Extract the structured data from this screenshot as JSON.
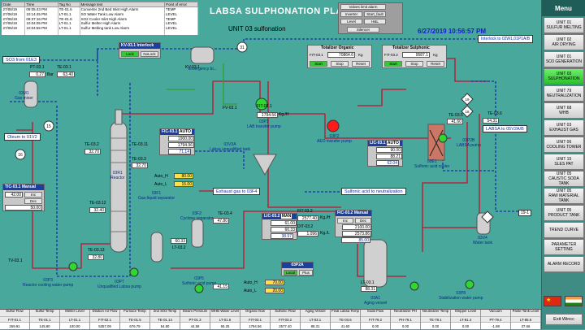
{
  "header": {
    "title": "LABSA SULPHONATION PLANT",
    "subtitle": "UNIT 03 sulfonation",
    "datetime": "6/27/2019  10:56:57  PM"
  },
  "alarms": {
    "columns": [
      "Date",
      "Time",
      "Tag No",
      "Message text",
      "Point of error"
    ],
    "rows": [
      [
        "27/06/19",
        "09:05:43 PM",
        "TE-01.6",
        "Converter 2nd Bed Inlet High Alarm",
        "TEMP"
      ],
      [
        "27/06/19",
        "10:14:45 PM",
        "LT-01.1",
        "SO Water Tank Low Alarm",
        "LEVEL"
      ],
      [
        "27/06/19",
        "09:37:16 PM",
        "TE-01.8",
        "SO2 Cooler Inlet High Alarm",
        "TEMP"
      ],
      [
        "27/06/19",
        "10:04:05 PM",
        "LT-01.1",
        "Sulfur Melter High Alarm",
        "LEVEL"
      ],
      [
        "27/06/19",
        "10:04:55 PM",
        "LT-01.1",
        "Sulfur Melting tank Low Alarm",
        "LEVEL"
      ],
      [
        "",
        "",
        "",
        "",
        ""
      ]
    ]
  },
  "valves_panel": {
    "title": "Valves limit alarm",
    "inverter": "Inverter",
    "start_fault": "Start_fault",
    "level": "Level",
    "hl": "H&L",
    "silencer": "Silencer"
  },
  "tags": {
    "interlock": "Interlock to 02W1,01P1A/B",
    "so3_from": "SO3 from 01E3",
    "oleum_to": "Oleum to 01V2",
    "labsa_to": "LABSA to 05V2A/B",
    "sulfonic_neutral": "Sulfonic acid to neutralization",
    "exhaust_gas": "Exhaust gas to 03F4",
    "circle_31": "31",
    "circle_15": "15",
    "circle_16": "16",
    "circle_19": "19",
    "circle_191": "19-1",
    "circle_18": "18"
  },
  "kv_panel": {
    "title": "KV-03.1 Interlock",
    "lock": "Lock",
    "nolock": "NoLock"
  },
  "totalizer_organic": {
    "title": "Totalizer Organic",
    "tag": "FIT-03.1",
    "value": "70864.6",
    "unit": "Kg",
    "start": "Start",
    "stop": "Stop",
    "reset": "Reset"
  },
  "totalizer_sulphonic": {
    "title": "Totalizer Sulphonic",
    "tag": "FIT-03.2",
    "value": "9587.1",
    "unit": "Kg",
    "start": "Start",
    "stop": "Stop",
    "reset": "Reset"
  },
  "fic031": {
    "title": "FIC-03.1",
    "mode": "AUTO",
    "sv": "1900.00",
    "pv": "1794.96",
    "out": "71.14",
    "pct": "%"
  },
  "lic031": {
    "title": "LIC-03.1",
    "mode": "AUTO",
    "sv": "90.00",
    "pv": "88.21",
    "out": "62.04",
    "pct": "%"
  },
  "tic031": {
    "title": "TIC-03.1 Manual",
    "tic": "TIC-03.1",
    "inc": "Inc",
    "dec": "Dec",
    "sv": "42.00",
    "out": "50.00"
  },
  "fic032": {
    "title": "FIC-03.2 Manual",
    "inc": "Inc",
    "dec": "Dec",
    "sv": "2100.00",
    "pv": "2573.86",
    "out": "85.00"
  },
  "lic032": {
    "title": "LIC-03.2",
    "mode": "MAN",
    "sv": "61.00",
    "pv": "60.33",
    "out": "38.97",
    "pct": "%"
  },
  "p03p2a": {
    "title": "03P2A",
    "local": "Local",
    "plus": "Plus"
  },
  "auto_h1": {
    "label": "Auto_H",
    "value": "80.00",
    "pct": "%"
  },
  "auto_l1": {
    "label": "Auto_L",
    "value": "15.00",
    "pct": "%"
  },
  "auto_h2": {
    "label": "Auto_H",
    "value": "70.00",
    "pct": "%"
  },
  "auto_l2": {
    "label": "Auto_L",
    "value": "20.00",
    "pct": "%"
  },
  "readings": {
    "pt031": "PT-03.1",
    "pt031_val": "0.27",
    "pt031_unit": "Bar",
    "te031": "TE-03.1",
    "te031_val": "63.40",
    "kv031": "KV-03.1",
    "tv031": "TV-03.1",
    "fv031": "FV-03.1",
    "fit031": "FIT-03.1",
    "fit031_val": "1794.56",
    "fit031_unit": "Kg./H",
    "te032": "TE-03.2",
    "te032_val": "32.70",
    "te033": "TE-03.3",
    "te033_val": "32.70",
    "te0311": "TE-03.11",
    "te0312": "TE-03.12",
    "te0312_val": "32.40",
    "te0313": "TE-03.13",
    "te0313_val": "32.80",
    "te0314": "TE-03.4",
    "te0314_val": "47.80",
    "lt032": "LT-03.2",
    "lt032_val": "60.33",
    "fit032": "FIT-03.2",
    "fit032_val": "2577.40",
    "fit032_unit": "Kg./H",
    "dit032": "DIT-03.2",
    "dit032_val": "1.096",
    "dit032_unit": "Kg./L",
    "te035": "TE-03.5",
    "te035_val": "41.60",
    "te036": "TE-03.6",
    "te036_val": "54.31",
    "lt031": "LT-03.1",
    "lt031_val": "88.31",
    "pct_41": "41.15",
    "pct_8831": "88.31"
  },
  "equipment": {
    "gas_mixer": "03M1\nGas mixer",
    "emergency": "Emergency bi...",
    "lab_pump": "03P1\nLAB transfer pump",
    "aeo_pump": "03P2\nAEO transfer pump",
    "labsa_tank": "03V3A\nLabsa unqualified tank",
    "reactor": "03R1\nReactor",
    "gas_sep": "03F1\nGas-liquid separator",
    "cyclone": "03F2\nCyclone separator",
    "sulfonic_cooler": "03E1\nSulfonic acid cooler",
    "labsa_pump": "03P2B\nLABSA pump",
    "reactor_pump": "03P3\nReactor cooling water pump",
    "unq_pump": "03P7\nUnqualified Labsa pump",
    "sulf_pump": "03P5\nSulfonic acid pump",
    "aging_vessel": "03A1\nAging vessel",
    "stab_pump": "03P8\nStabilization water pump",
    "water_tank": "03V4\nWater tank"
  },
  "status_bar": [
    {
      "h": "Sulfur Flow",
      "t": "FIT-01.1",
      "v": "269.91"
    },
    {
      "h": "Sulfur Temp",
      "t": "TE-01.1",
      "v": "145.90"
    },
    {
      "h": "Melter Level",
      "t": "LT-01.1",
      "v": "100.00"
    },
    {
      "h": "Dilution Air Flow",
      "t": "FIT-02.1",
      "v": "5357.09"
    },
    {
      "h": "Furnace Temp",
      "t": "TE-01.5",
      "v": "676.79"
    },
    {
      "h": "2nd SO3 Temp",
      "t": "TE-01.14",
      "v": "54.80"
    },
    {
      "h": "Steam Pressure",
      "t": "PT-01.3",
      "v": "44.58"
    },
    {
      "h": "WHB Water Level",
      "t": "LT-01.6",
      "v": "65.25"
    },
    {
      "h": "Organic flow",
      "t": "FIT-03.1",
      "v": "1794.56"
    },
    {
      "h": "Sulfonic Flow",
      "t": "FIT-03.2",
      "v": "2577.40"
    },
    {
      "h": "Aging Vessel",
      "t": "LT-03.1",
      "v": "88.31"
    },
    {
      "h": "Final Labsa Temp",
      "t": "TE-03.6",
      "v": "41.60"
    },
    {
      "h": "Soda Flow",
      "t": "FIT-79.2",
      "v": "0.00"
    },
    {
      "h": "Neutralizer PH",
      "t": "PH-79.1",
      "v": "0.00"
    },
    {
      "h": "Neutralizer Temp",
      "t": "TE-79.1",
      "v": "0.00"
    },
    {
      "h": "Stripper Level",
      "t": "LT-81.4",
      "v": "0.00"
    },
    {
      "h": "Vacuum",
      "t": "PT-79.4",
      "v": "-1.88"
    },
    {
      "h": "Paste Tank Level",
      "t": "LT-85.5",
      "v": "37.66"
    }
  ],
  "menu": {
    "title": "Menu",
    "items": [
      "UNIT 01\nSULFUR MELTING",
      "UNIT 02\nAIR DRYING",
      "UNIT 01\nSO3 GENERATION",
      "UNIT 03\nSULPHONATION",
      "UNIT 79\nNEUTRALIZATION",
      "UNIT 68\nWHB",
      "UNIT 03\nEXHAUST GAS",
      "UNIT 06\nCOOLING TOWER",
      "UNIT 15\nSLES PAT",
      "UNIT 05\nCAUSTIC SODA TANK",
      "UNIT 05\nRAW MATERIAL TANK",
      "UNIT 05\nPRODUCT TANK",
      "TREND CURVE",
      "PARAMETER SETTING",
      "ALARM RECORD"
    ],
    "active_index": 3,
    "exit": "Exit Wincc"
  }
}
